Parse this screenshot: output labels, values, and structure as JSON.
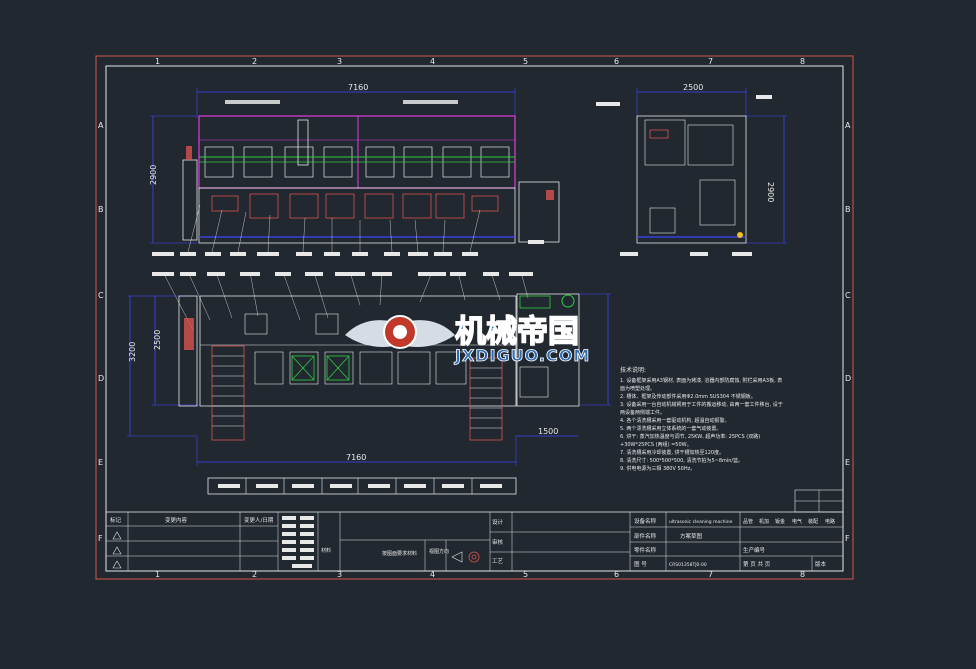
{
  "frame": {
    "col_numbers": [
      "1",
      "2",
      "3",
      "4",
      "5",
      "6",
      "7",
      "8"
    ],
    "row_letters": [
      "A",
      "B",
      "C",
      "D",
      "E",
      "F"
    ]
  },
  "dimensions": {
    "front_width": "7160",
    "front_height": "2900",
    "side_width": "2500",
    "side_height": "2900",
    "plan_depth_outer": "3200",
    "plan_depth_inner": "2500",
    "plan_width": "7160",
    "plan_offset": "1500"
  },
  "watermark": {
    "title": "机械帝国",
    "url": "JXDIGUO.COM"
  },
  "tech_notes": {
    "heading": "技术说明:",
    "lines": [
      "1. 设备框架采用A3钢材, 表面为烤漆, 溶器内部防腐蚀, 附栏采用A3板, 表",
      "   面为喷塑处理。",
      "2. 槽体、框架及传动部件采用Φ2.0mm SUS304 不锈钢板。",
      "3. 设备采用一台自动机械臂用于工件的搬运移动, 由两一套工件移台, 设于",
      "   两设备两侧端工件。",
      "4. 各个清洗槽采用一套驱动机构, 超温自动报警。",
      "5. 两个漂洗槽采用立体系统的一套气动装置。",
      "6. 烘干: 蒸汽加热温度与调节, 25KW, 超声功率: 25PCS (双路)",
      "   +30W*25PCS (两组) =50W。",
      "7. 清洗槽采用冷却装置, 烘干槽加热至120度。",
      "8. 清洗尺寸: 500*500*500, 清洗节拍为5~8min/篮。",
      "9. 供电电源为三相 380V 50Hz。"
    ]
  },
  "title_block": {
    "rev_header": [
      "标记",
      "变更内容",
      "变更人/日期"
    ],
    "roles": [
      "设计",
      "审核",
      "工艺"
    ],
    "material_label": "材料",
    "material_value": "按图面要求材料",
    "view_label": "视图方向",
    "field_device_label": "设备名称",
    "field_device_value": "ultrasonic cleaning machine",
    "field_part_label": "部件名称",
    "field_part_value": "方案草图",
    "field_partno_label": "零件名称",
    "field_drawing_label": "图 号",
    "field_drawing_value": "CRS01358TJ0-00",
    "product_label": "生产编号",
    "sheet_label": "第 页 共 页",
    "version_label": "版本",
    "approvals": [
      "品管",
      "机加",
      "钣金",
      "电气",
      "装配",
      "电路"
    ]
  }
}
